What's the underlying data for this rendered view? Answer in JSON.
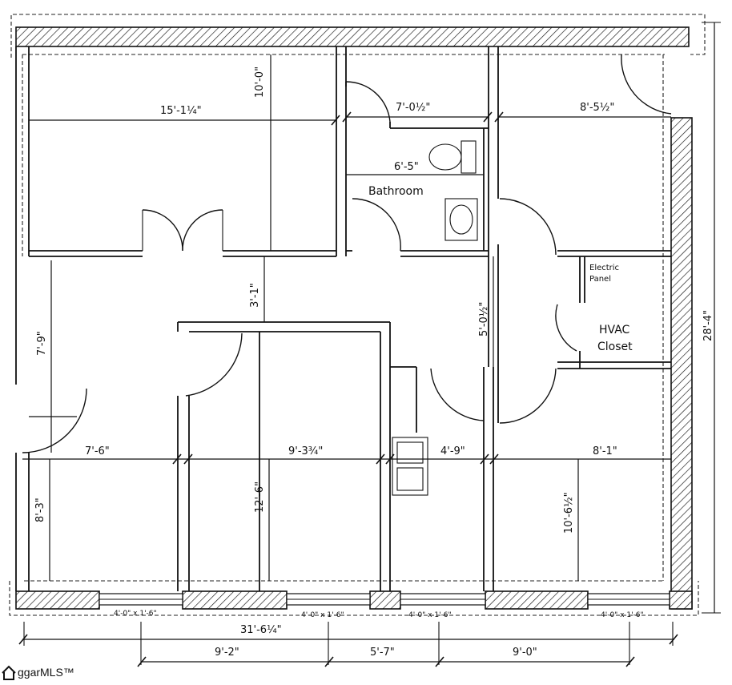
{
  "rooms": {
    "bathroom": "Bathroom",
    "hvac_line1": "HVAC",
    "hvac_line2": "Closet",
    "panel_line1": "Electric",
    "panel_line2": "Panel"
  },
  "dimensions": {
    "d_15_1": "15'-1¼\"",
    "d_10_0": "10'-0\"",
    "d_7_0": "7'-0½\"",
    "d_8_5": "8'-5½\"",
    "d_6_5": "6'-5\"",
    "d_3_1": "3'-1\"",
    "d_5_0": "5'-0½\"",
    "d_28_4": "28'-4\"",
    "d_7_9": "7'-9\"",
    "d_7_6": "7'-6\"",
    "d_9_3": "9'-3¾\"",
    "d_4_9": "4'-9\"",
    "d_8_1": "8'-1\"",
    "d_8_3": "8'-3\"",
    "d_12_6": "12'-6\"",
    "d_10_6": "10'-6½\"",
    "d_31_6": "31'-6¼\"",
    "d_9_2": "9'-2\"",
    "d_5_7": "5'-7\"",
    "d_9_0": "9'-0\""
  },
  "windows": {
    "w1": "4'-0\" x 1'-6\"",
    "w2": "4'-0\" x 1'-6\"",
    "w3": "4'-0\" x 1'-6\"",
    "w4": "4'-0\" x 1'-6\""
  },
  "watermark": {
    "text": "ggarMLS™"
  }
}
